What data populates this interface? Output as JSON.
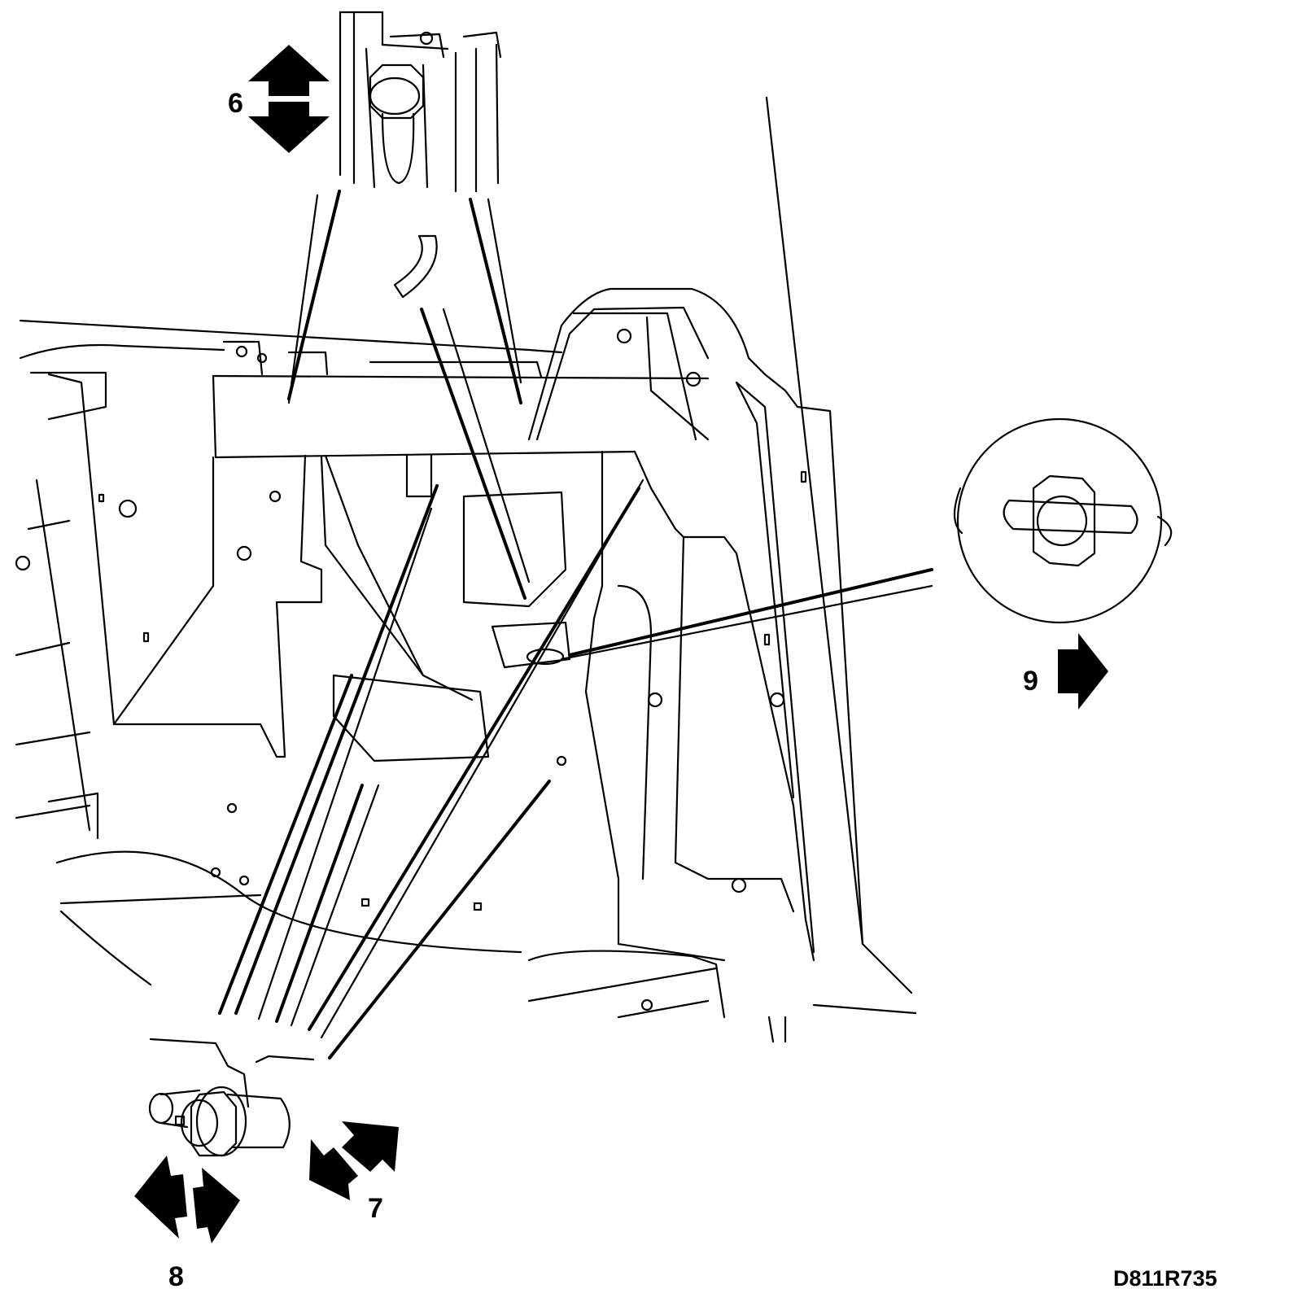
{
  "callouts": {
    "c6": "6",
    "c7": "7",
    "c8": "8",
    "c9": "9"
  },
  "figure_ref": "D811R735"
}
